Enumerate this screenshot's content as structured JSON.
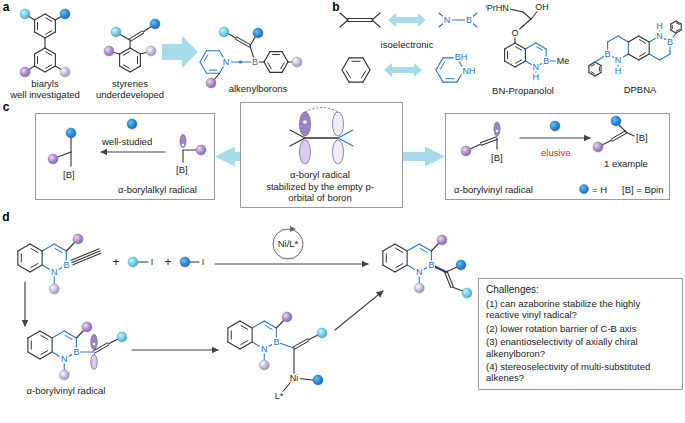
{
  "diagram": {
    "nodes": [
      {
        "text": [
          "well-studied",
          "[B]",
          "[B]",
          "α-borylalkyl radical"
        ]
      },
      {
        "text": [
          "α-boryl radical",
          "stabilized by the empty p-orbital of boron"
        ]
      },
      {
        "text": [
          "[B]",
          "elusive",
          "[B]",
          "1 example",
          "α-borylvinyl radical",
          "= H",
          "[B] = Bpin"
        ]
      },
      {
        "text": [
          "Challenges:",
          "(1) can azaborine stabilize the highly reactive vinyl radical?",
          "(2) lower rotation barrier of C-B axis",
          "(3) enantioselectivity of axially chiral alkenylboron?",
          "(4) stereoselectivity of multi-substituted alkenes?"
        ]
      }
    ],
    "edges": [
      {
        "from": 1,
        "to": 0,
        "arrow": "to"
      },
      {
        "from": 1,
        "to": 2,
        "arrow": "to"
      }
    ],
    "labels": [
      "a",
      "biaryls",
      "well investigated",
      "styrenes",
      "underdeveloped",
      "alkenylborons",
      "N",
      "B",
      "b",
      "N",
      "B",
      "isoelectronic",
      "BH",
      "NH",
      "ⁱPrHN",
      "OH",
      "O",
      "N",
      "H",
      "B",
      "Me",
      "BN-Propanolol",
      "B",
      "N",
      "H",
      "N",
      "H",
      "B",
      "DPBNA",
      "c",
      "d",
      "B",
      "N",
      "+",
      "I",
      "+",
      "I",
      "Ni/L*",
      "B",
      "N",
      "α-borylvinyl radical",
      "B",
      "N",
      "Ni",
      "L*",
      "B",
      "N"
    ]
  }
}
